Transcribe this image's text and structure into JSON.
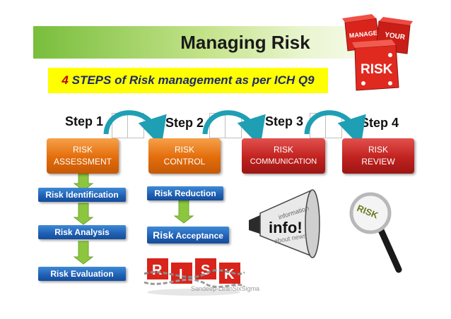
{
  "title": "Managing Risk",
  "subtitle": {
    "number": "4",
    "text": "STEPS of Risk management as per ICH Q9"
  },
  "steps": [
    {
      "label": "Step 1",
      "box_lines": [
        "RISK",
        "ASSESSMENT"
      ]
    },
    {
      "label": "Step 2",
      "box_lines": [
        "RISK",
        "CONTROL"
      ]
    },
    {
      "label": "Step 3",
      "box_lines": [
        "RISK",
        "COMMUNICATION"
      ]
    },
    {
      "label": "Step 4",
      "box_lines": [
        "RISK",
        "REVIEW"
      ]
    }
  ],
  "assessment_items": [
    "Risk Identification",
    "Risk Analysis",
    "Risk Evaluation"
  ],
  "control_items": {
    "reduction": "Risk Reduction",
    "acceptance_main": "Risk",
    "acceptance_rest": "Acceptance"
  },
  "images": {
    "dice_words": [
      "MANAGE",
      "YOUR",
      "RISK"
    ],
    "megaphone_word": "info!",
    "magnifier_word": "RISK",
    "chained_block_letters": [
      "R",
      "I",
      "S",
      "K"
    ]
  },
  "watermark": "Sandeep-LeanSixSigma",
  "colors": {
    "banner_green": "#78be3c",
    "subtitle_yellow": "#ffff00",
    "step_orange": "#e36c0a",
    "step_red": "#c0221f",
    "sub_blue": "#1f5fb4",
    "arrow_teal": "#1e9fb4",
    "connector_green": "#8cc63f"
  }
}
